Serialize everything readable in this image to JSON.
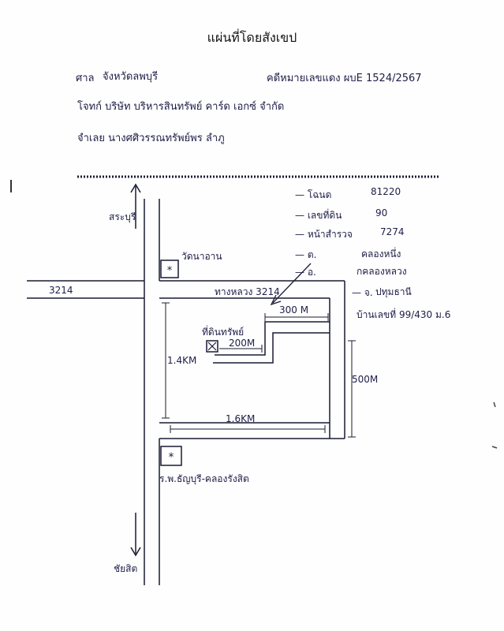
{
  "header": {
    "title": "แผ่นที่โดยสังเขป",
    "court_label": "ศาล",
    "court_name": "จังหวัดลพบุรี",
    "case_label": "คดีหมายเลขแดง ผบE 1524/2567",
    "plaintiff": "โจทก์  บริษัท  บริหารสินทรัพย์  คาร์ด เอกซ์  จำกัด",
    "defendant": "จำเลย  นางศศิวรรณทรัพย์พร  ลำภู"
  },
  "legend": {
    "items": [
      {
        "key": "— โฉนด",
        "value": "81220"
      },
      {
        "key": "— เลขที่ดิน",
        "value": "90"
      },
      {
        "key": "— หน้าสำรวจ",
        "value": "7274"
      },
      {
        "key": "— ต.",
        "value": "คลองหนึ่ง"
      },
      {
        "key": "— อ.",
        "value": "กคลองหลวง"
      },
      {
        "key": "— จ.",
        "value": "ปทุมธานี"
      }
    ],
    "address": "บ้านเลขที่ 99/430 ม.6"
  },
  "map": {
    "north_arrow_label": "สระบุรี",
    "south_arrow_label": "ชัยสิต",
    "landmark_top": "วัดนาอาน",
    "road_left": "3214",
    "road_right": "ทางหลวง 3214",
    "site_label": "ที่ดินทรัพย์",
    "dist_300": "300 M",
    "dist_200": "200M",
    "dist_1_4": "1.4KM",
    "dist_1_6": "1.6KM",
    "dist_500": "500M",
    "landmark_bottom": "ร.พ.ธัญบุรี-คลองรังสิต"
  }
}
